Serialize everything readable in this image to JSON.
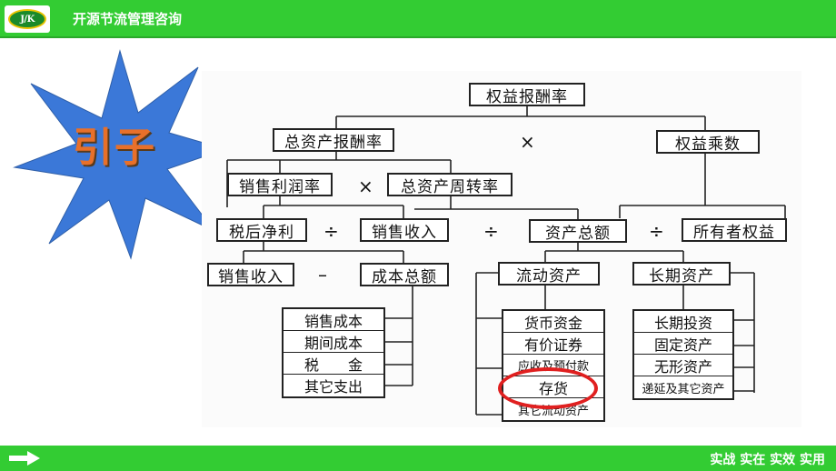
{
  "header": {
    "logo_text": "J/K",
    "title": "开源节流管理咨询"
  },
  "star": {
    "label": "引子"
  },
  "diagram": {
    "root": "权益报酬率",
    "roa": "总资产报酬率",
    "times1": "×",
    "equity_multiplier": "权益乘数",
    "net_margin": "销售利润率",
    "times2": "×",
    "asset_turnover": "总资产周转率",
    "after_tax_profit": "税后净利",
    "div1": "÷",
    "sales_revenue": "销售收入",
    "div2": "÷",
    "total_assets": "资产总额",
    "div3": "÷",
    "owners_equity": "所有者权益",
    "sales_revenue_2": "销售收入",
    "minus": "–",
    "total_cost": "成本总额",
    "current_assets": "流动资产",
    "long_term_assets": "长期资产",
    "cost_items": [
      "销售成本",
      "期间成本",
      "税　　金",
      "其它支出"
    ],
    "current_items": [
      "货币资金",
      "有价证券",
      "应收及预付款",
      "存货",
      "其它流动资产"
    ],
    "long_items": [
      "长期投资",
      "固定资产",
      "无形资产",
      "递延及其它资产"
    ]
  },
  "footer": {
    "slogan": "实战 实在 实效 实用"
  },
  "colors": {
    "bar": "#33cc33",
    "star": "#3b78d8",
    "star_text": "#e8702a",
    "highlight": "#e02020"
  }
}
